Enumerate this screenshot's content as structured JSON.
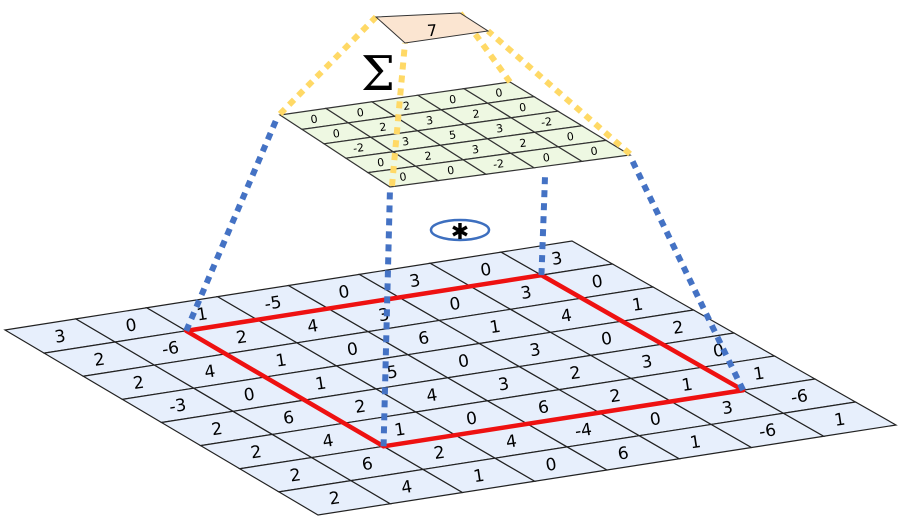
{
  "input_grid": {
    "rows": [
      [
        "3",
        "0",
        "1",
        "-5",
        "0",
        "3",
        "0",
        "3"
      ],
      [
        "2",
        "-6",
        "2",
        "4",
        "3",
        "0",
        "3",
        "0"
      ],
      [
        "2",
        "4",
        "1",
        "0",
        "6",
        "1",
        "4",
        "1"
      ],
      [
        "-3",
        "0",
        "1",
        "5",
        "0",
        "3",
        "0",
        "2"
      ],
      [
        "2",
        "6",
        "2",
        "4",
        "3",
        "2",
        "3",
        "0"
      ],
      [
        "2",
        "4",
        "1",
        "0",
        "6",
        "2",
        "1",
        "1"
      ],
      [
        "2",
        "6",
        "2",
        "4",
        "-4",
        "0",
        "3",
        "-6"
      ],
      [
        "2",
        "4",
        "1",
        "0",
        "6",
        "1",
        "-6",
        "1"
      ]
    ],
    "fill_color": "#e7effc",
    "line_color": "#222222"
  },
  "kernel": {
    "rows": [
      [
        "0",
        "0",
        "2",
        "0",
        "0"
      ],
      [
        "0",
        "2",
        "3",
        "2",
        "0"
      ],
      [
        "-2",
        "3",
        "5",
        "3",
        "-2"
      ],
      [
        "0",
        "2",
        "3",
        "2",
        "0"
      ],
      [
        "0",
        "0",
        "-2",
        "0",
        "0"
      ]
    ],
    "fill_color": "#eef8e2"
  },
  "output": {
    "value": "7",
    "fill_color": "#fbe5d1"
  },
  "operators": {
    "sum_symbol": "Σ",
    "convolution_symbol": "✱"
  },
  "colors": {
    "highlight_window": "#ee1111",
    "projection_lines": "#4472c4",
    "sum_lines": "#ffd966"
  }
}
